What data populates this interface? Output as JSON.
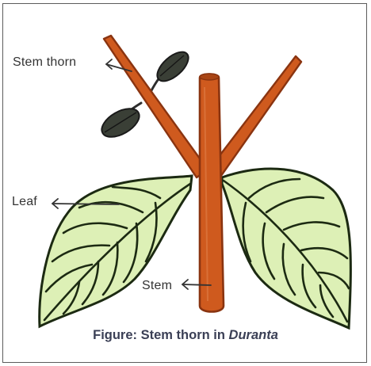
{
  "labels": {
    "stem_thorn": "Stem thorn",
    "leaf": "Leaf",
    "stem": "Stem"
  },
  "caption": {
    "prefix": "Figure: Stem thorn in ",
    "genus": "Duranta"
  },
  "colors": {
    "stem": "#cf5a1e",
    "stem_dark": "#8a3410",
    "leaf_fill": "#ddf0b6",
    "leaf_vein": "#1c2a12",
    "small_leaf": "#3a3f36",
    "arrow": "#333333",
    "frame": "#5c5c5c"
  }
}
